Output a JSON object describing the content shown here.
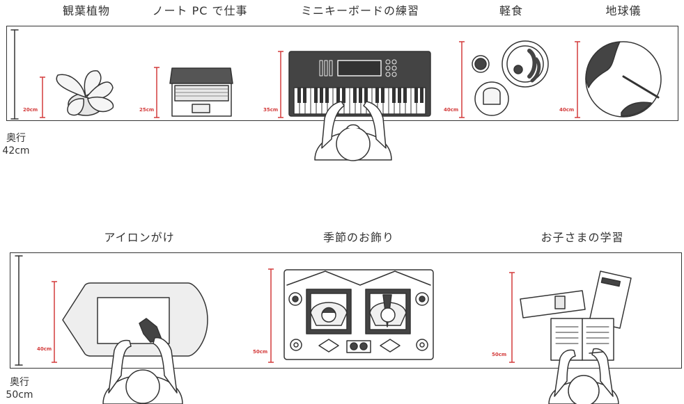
{
  "top_row": {
    "items": [
      {
        "title": "観葉植物",
        "size": "20cm"
      },
      {
        "title": "ノート PC で仕事",
        "size": "25cm"
      },
      {
        "title": "ミニキーボードの練習",
        "size": "35cm"
      },
      {
        "title": "軽食",
        "size": "40cm"
      },
      {
        "title": "地球儀",
        "size": "40cm"
      }
    ],
    "depth_label": "奥行",
    "depth_value": "42cm"
  },
  "bottom_row": {
    "items": [
      {
        "title": "アイロンがけ",
        "size": "40cm"
      },
      {
        "title": "季節のお飾り",
        "size": "50cm"
      },
      {
        "title": "お子さまの学習",
        "size": "50cm"
      }
    ],
    "depth_label": "奥行",
    "depth_value": "50cm"
  },
  "colors": {
    "line": "#333333",
    "measure": "#d33a3a",
    "dark_fill": "#444444",
    "light_fill": "#f0f0f0"
  }
}
